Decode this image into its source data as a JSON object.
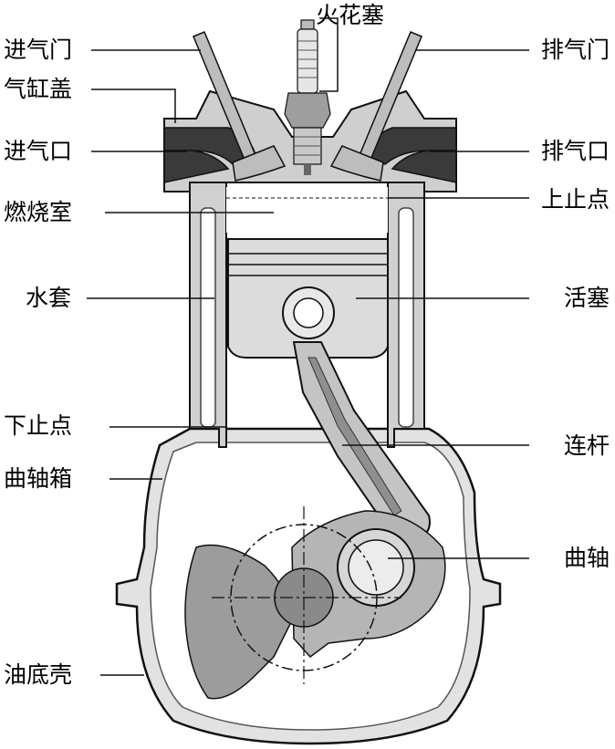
{
  "labels": {
    "spark_plug": "火花塞",
    "intake_valve": "进气门",
    "exhaust_valve": "排气门",
    "cylinder_head": "气缸盖",
    "intake_port": "进气口",
    "exhaust_port": "排气口",
    "combustion_chamber": "燃烧室",
    "top_dead_center": "上止点",
    "water_jacket": "水套",
    "piston": "活塞",
    "bottom_dead_center": "下止点",
    "connecting_rod": "连杆",
    "crankcase": "曲轴箱",
    "crankshaft": "曲轴",
    "oil_pan": "油底壳"
  },
  "colors": {
    "metal_light": "#d4d4d4",
    "metal_mid": "#9a9a9a",
    "metal_dark": "#3c3c3c",
    "stroke": "#111111",
    "background": "#ffffff"
  }
}
